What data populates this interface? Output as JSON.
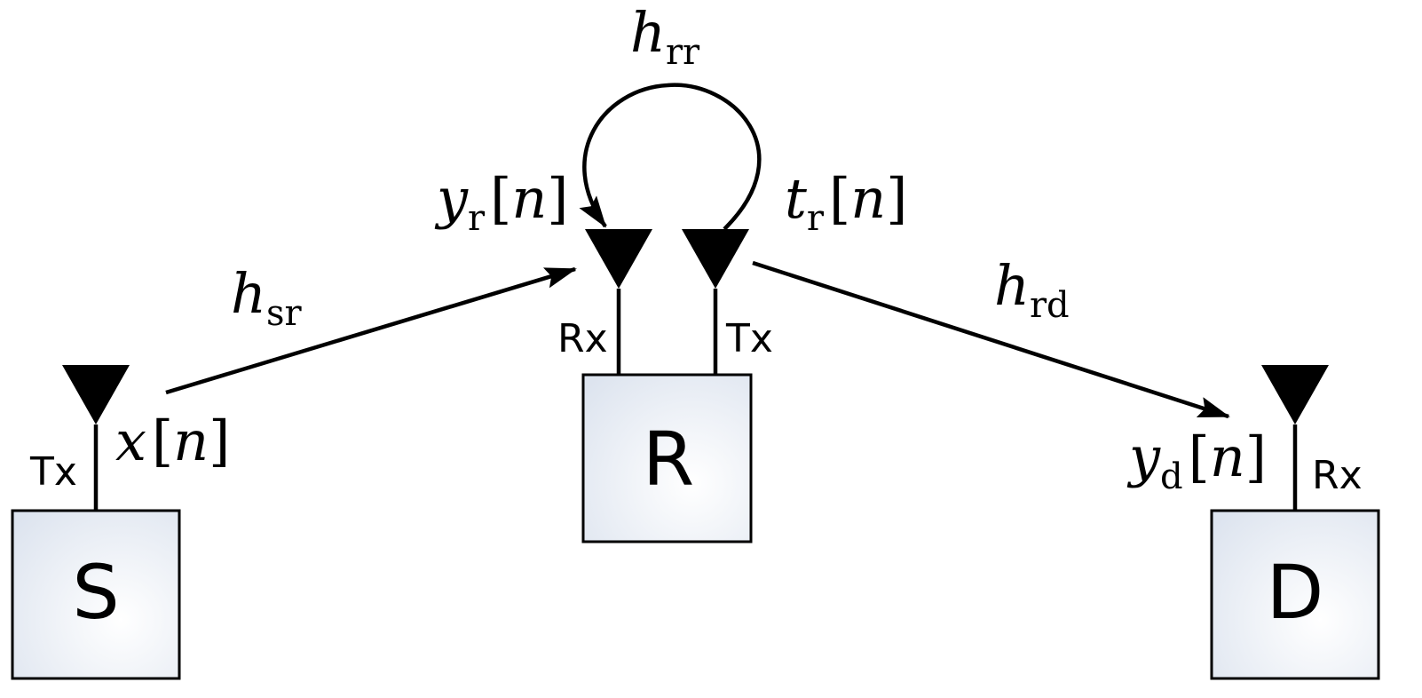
{
  "nodes": {
    "source": {
      "label": "S",
      "port": "Tx"
    },
    "relay": {
      "label": "R",
      "rx_port": "Rx",
      "tx_port": "Tx"
    },
    "destination": {
      "label": "D",
      "port": "Rx"
    }
  },
  "signals": {
    "x": {
      "var": "x",
      "open": "[",
      "idx": "n",
      "close": "]"
    },
    "yr": {
      "var": "y",
      "sub": "r",
      "open": "[",
      "idx": "n",
      "close": "]"
    },
    "tr": {
      "var": "t",
      "sub": "r",
      "open": "[",
      "idx": "n",
      "close": "]"
    },
    "yd": {
      "var": "y",
      "sub": "d",
      "open": "[",
      "idx": "n",
      "close": "]"
    }
  },
  "channels": {
    "hsr": {
      "var": "h",
      "sub": "sr"
    },
    "hrr": {
      "var": "h",
      "sub": "rr"
    },
    "hrd": {
      "var": "h",
      "sub": "rd"
    }
  },
  "colors": {
    "stroke": "#000000",
    "box_fill_center": "#ffffff",
    "box_fill_edge": "#dde4ef"
  }
}
